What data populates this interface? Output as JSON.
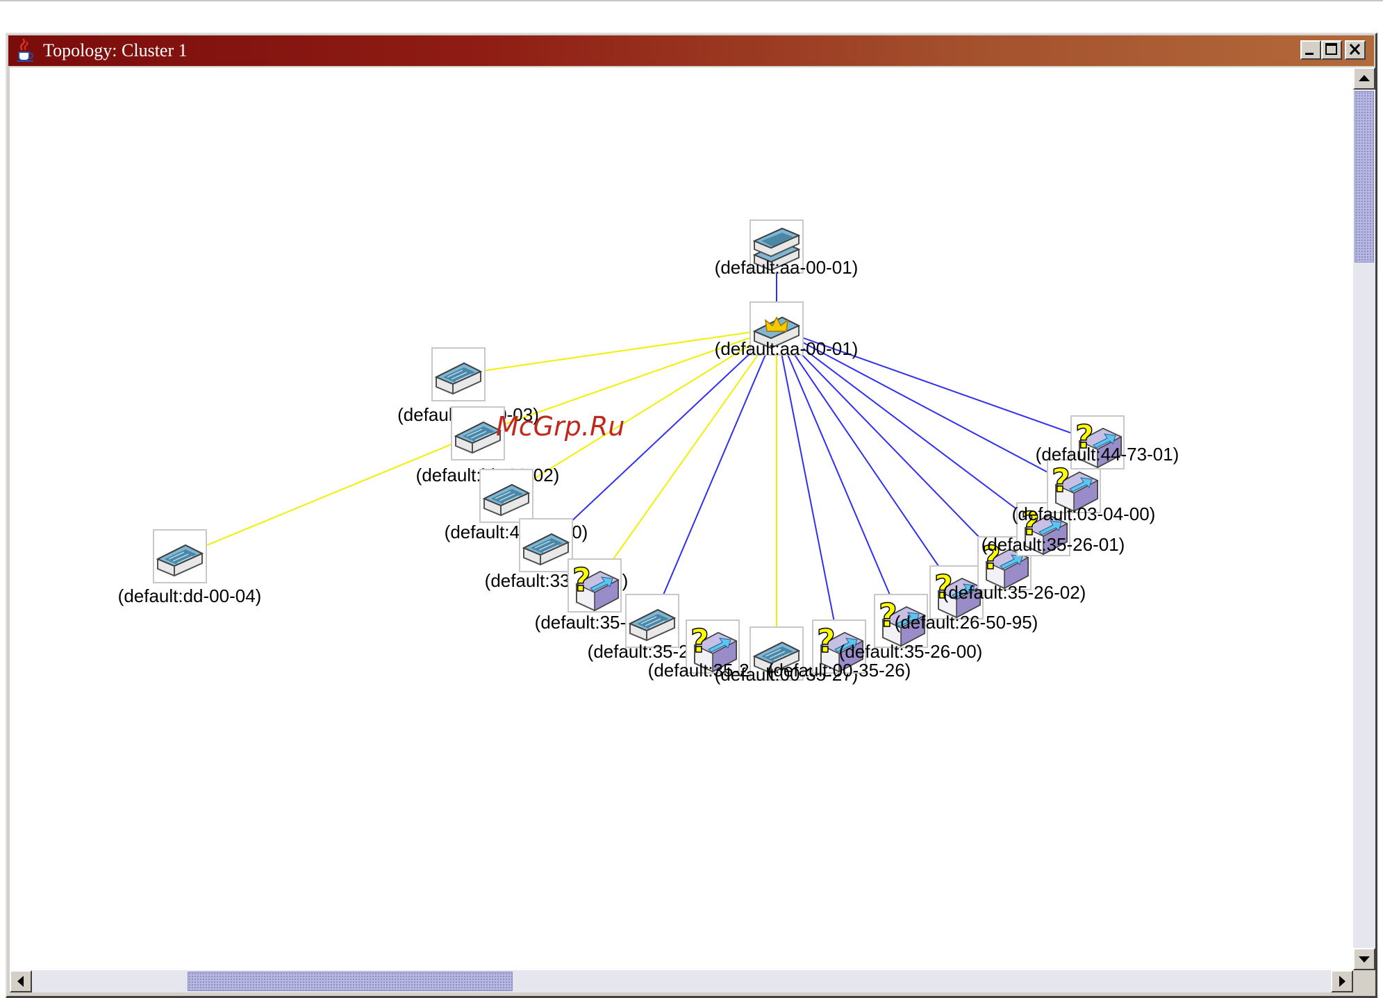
{
  "window": {
    "title": "Topology: Cluster 1",
    "title_icon": "java-cup-icon",
    "controls": [
      "minimize-icon",
      "maximize-icon",
      "close-icon"
    ]
  },
  "watermark": "McGrp.Ru",
  "colors": {
    "titlebar_start": "#7a0c0c",
    "titlebar_end": "#b36a3b",
    "blue_link": "#2f2ff0",
    "yellow_link": "#f0f000"
  },
  "topology": {
    "nodes": [
      {
        "id": "top",
        "icon": "switch-stack-icon",
        "label": "(default:aa-00-01)"
      },
      {
        "id": "cmd",
        "icon": "commander-switch-icon",
        "label": "(default:aa-00-01)"
      },
      {
        "id": "cc",
        "icon": "switch-icon",
        "label": "(default:cc-00-03)"
      },
      {
        "id": "bb",
        "icon": "switch-icon",
        "label": "(default:bb-00-02)"
      },
      {
        "id": "n4410",
        "icon": "switch-icon",
        "label": "(default:44-00-10)"
      },
      {
        "id": "dd",
        "icon": "switch-icon",
        "label": "(default:dd-00-04)"
      },
      {
        "id": "n3300",
        "icon": "switch-icon",
        "label": "(default:33-00-09)"
      },
      {
        "id": "n26a0",
        "icon": "unknown-device-icon",
        "label": "(default:35-26-a0)"
      },
      {
        "id": "n2604",
        "icon": "switch-icon",
        "label": "(default:35-26-04)"
      },
      {
        "id": "n2603",
        "icon": "unknown-device-icon",
        "label": "(default:35-26-03)"
      },
      {
        "id": "n3527",
        "icon": "switch-icon",
        "label": "(default:00-35-27)"
      },
      {
        "id": "n0035",
        "icon": "unknown-device-icon",
        "label": "(default:00-35-26)"
      },
      {
        "id": "n2600",
        "icon": "unknown-device-icon",
        "label": "(default:35-26-00)"
      },
      {
        "id": "n5095",
        "icon": "unknown-device-icon",
        "label": "(default:26-50-95)"
      },
      {
        "id": "n2602",
        "icon": "unknown-device-icon",
        "label": "(default:35-26-02)"
      },
      {
        "id": "n2601",
        "icon": "unknown-device-icon",
        "label": "(default:35-26-01)"
      },
      {
        "id": "n0400",
        "icon": "unknown-device-icon",
        "label": "(default:03-04-00)"
      },
      {
        "id": "n7301",
        "icon": "unknown-device-icon",
        "label": "(default:44-73-01)"
      }
    ],
    "links": [
      {
        "from": "cmd",
        "to": "top",
        "color": "blue"
      },
      {
        "from": "cmd",
        "to": "cc",
        "color": "yellow"
      },
      {
        "from": "cmd",
        "to": "bb",
        "color": "yellow"
      },
      {
        "from": "bb",
        "to": "dd",
        "color": "yellow"
      },
      {
        "from": "cmd",
        "to": "n4410",
        "color": "yellow"
      },
      {
        "from": "cmd",
        "to": "n3300",
        "color": "blue"
      },
      {
        "from": "cmd",
        "to": "n26a0",
        "color": "yellow"
      },
      {
        "from": "cmd",
        "to": "n2604",
        "color": "blue"
      },
      {
        "from": "cmd",
        "to": "n3527",
        "color": "yellow"
      },
      {
        "from": "cmd",
        "to": "n0035",
        "color": "blue"
      },
      {
        "from": "cmd",
        "to": "n2600",
        "color": "blue"
      },
      {
        "from": "cmd",
        "to": "n5095",
        "color": "blue"
      },
      {
        "from": "cmd",
        "to": "n2602",
        "color": "blue"
      },
      {
        "from": "cmd",
        "to": "n2601",
        "color": "blue"
      },
      {
        "from": "cmd",
        "to": "n0400",
        "color": "blue"
      },
      {
        "from": "cmd",
        "to": "n7301",
        "color": "blue"
      }
    ]
  },
  "scrollbars": {
    "vertical": {
      "position": 0.0,
      "visible_fraction": 0.2
    },
    "horizontal": {
      "position": 0.12,
      "visible_fraction": 0.25
    }
  }
}
